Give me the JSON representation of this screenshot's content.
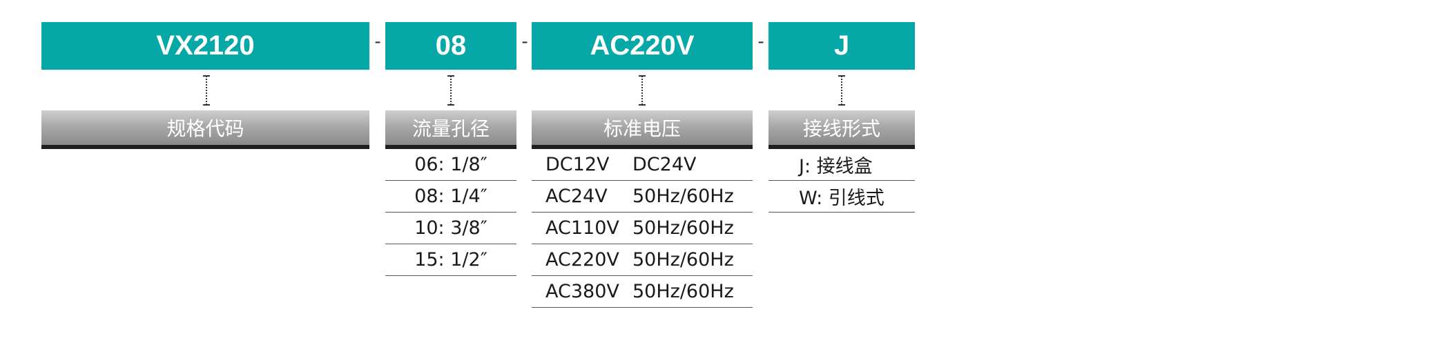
{
  "codes": {
    "model": "VX2120",
    "orifice": "08",
    "voltage": "AC220V",
    "wiring": "J"
  },
  "separator": "-",
  "headers": {
    "model": "规格代码",
    "orifice": "流量孔径",
    "voltage": "标准电压",
    "wiring": "接线形式"
  },
  "orifice_options": [
    "06: 1/8″",
    "08: 1/4″",
    "10: 3/8″",
    "15: 1/2″"
  ],
  "voltage_options": [
    {
      "voltage": "DC12V",
      "spec": "DC24V"
    },
    {
      "voltage": "AC24V",
      "spec": "50Hz/60Hz"
    },
    {
      "voltage": "AC110V",
      "spec": "50Hz/60Hz"
    },
    {
      "voltage": "AC220V",
      "spec": "50Hz/60Hz"
    },
    {
      "voltage": "AC380V",
      "spec": "50Hz/60Hz"
    }
  ],
  "wiring_options": [
    "J: 接线盒",
    "W: 引线式"
  ],
  "colors": {
    "code_box": "#06a8a7",
    "header_gradient_top": "#cfcfcf",
    "header_gradient_bottom": "#8a8a8a",
    "header_underline": "#1f1f1f"
  }
}
